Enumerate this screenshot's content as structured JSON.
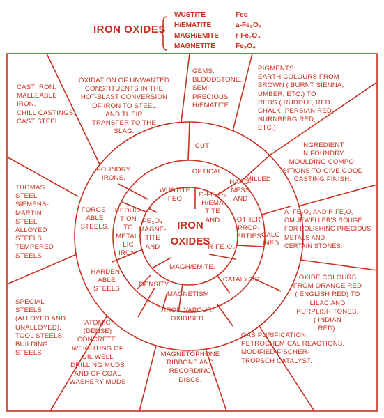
{
  "title": "IRON OXIDES",
  "oxides": [
    {
      "name": "WUSTITE",
      "formula": "Feo"
    },
    {
      "name": "H/EMATITE",
      "formula": "a-Fe₂O₃"
    },
    {
      "name": "MAGH/EMITE",
      "formula": "r-Fe₂O₃"
    },
    {
      "name": "MAGNETITE",
      "formula": "Fe₃O₄"
    }
  ],
  "center": "IRON\nOXIDES",
  "inner_ring": {
    "wustite": "WUSTITE\nFeO",
    "hematite": "d-Fe₂O₃\nH/EMA\nTITE\nAND",
    "rfe2o3": "r-Fe₂O₃",
    "maghemite": "MAGH/EMITE.",
    "magnetite": "Fe₃O₄\nMAGNE-\nTITE\nAND"
  },
  "middle_ring": {
    "optical": "OPTICAL",
    "hardness": "HARD-\nNESS\nAND",
    "other_properties": "OTHER\nPROP-\nERTIES",
    "catalysis": "CATALYSIS",
    "magnetism": "MAGNETISM",
    "density": "DENSITY",
    "reduction": "REDUC-\nTION\nTO\nMETAL-\nLIC\nIRON."
  },
  "outer_ring": {
    "cut": "CUT",
    "milled": "MILLED",
    "calcined": "CALC-\nINED.",
    "iron_vapour": "IRON VAPOUR\nOXIDISED.",
    "hardenable": "HARDEN-\nABLE\nSTEELS",
    "forgeable": "FORGE-\nABLE\nSTEELS.",
    "foundry": "FOUNDRY\nIRONS."
  },
  "outer_sectors": {
    "cast_iron": "CAST IRON.\nMALLEABLE\nIRON.\nCHILL CASTINGS.\nCAST STEEL",
    "oxidation": "OXIDATION OF UNWANTED\nCONSTITUENTS IN THE\nHOT-BLAST CONVERSION\nOF IRON TO STEEL\nAND THEIR\nTRANSFER TO THE\nSLAG.",
    "gems": "GEMS:\nBLOODSTONE.\nSEMI-\nPRECIOUS\nH/EMATITE.",
    "pigments": "PIGMENTS:\nEARTH COLOURS FROM\nBROWN ( BURNT SIENNA,\nUMBER, ETC.) TO\nREDS ( RUDDLE, RED\nCHALK, PERSIAN RED,\nNURNBERG RED,\nETC.)",
    "foundry_ingredient": "INGREDIENT\nIN FOUNDRY\nMOULDING COMPO-\nSITIONS TO GIVE GOOD\nCASTING FINISH.",
    "rouge": "a- Fe₂O₃ AND r-Fe₂O₃\nOM JEWELLER'S ROUGE\nFOR POLISHING PRECIOUS\nMETALS AND\nCERTAIN STONES.",
    "oxide_colours": "OXIDE COLOURS\nFROM ORANGE RED\n( ENGLISH RED) TO\nLILAC AND\nPURPLISH TONES,\n( INDIAN\nRED).",
    "gas": "GAS PURIFICATION.\nPETROCHEMICAL REACTIONS.\nMODIFIED FISCHER-\nTROPSCH CATALYST.",
    "magnetophone": "MAGNETOPHONE\nRIBBONS AND\nRECORDING\nDISCS.",
    "atomic": "'ATOMIC'\n(DENSE)\nCONCRETE.\nWEIGHTING OF\nOIL WELL\nDRILLING MUDS\nAND OF COAL\nWASHERY MUDS",
    "special_steels": "SPECIAL\nSTEELS\n(ALLOYED AND\nUNALLOYED).\nTOOL STEELS.\nBUILDING\nSTEELS.",
    "thomas": "THOMAS\nSTEEL.\nSIEMENS-\nMARTIN\nSTEEL.\nALLOYED\nSTEELS.\nTEMPERED\nSTEELS."
  },
  "colors": {
    "ink": "#c8301f",
    "background": "#ffffff"
  }
}
